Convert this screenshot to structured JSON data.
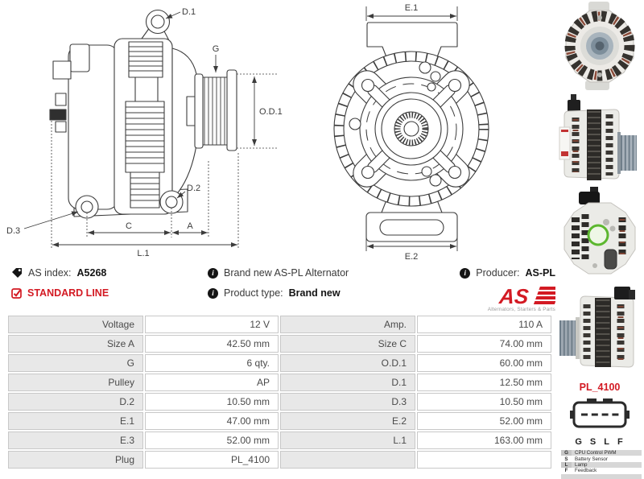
{
  "header": {
    "as_index_label": "AS index:",
    "as_index_value": "A5268",
    "standard_line_label": "STANDARD LINE",
    "brand_new_text": "Brand new AS-PL Alternator",
    "product_type_label": "Product type:",
    "product_type_value": "Brand new",
    "producer_label": "Producer:",
    "producer_value": "AS-PL",
    "logo_text": "AS",
    "logo_caption": "Alternators, Starters & Parts"
  },
  "icons": {
    "info_glyph": "i"
  },
  "diagram": {
    "side_view": {
      "d1": "D.1",
      "g": "G",
      "od1": "O.D.1",
      "d2": "D.2",
      "d3": "D.3",
      "c": "C",
      "a": "A",
      "l1": "L.1"
    },
    "front_view": {
      "e1": "E.1",
      "e2": "E.2"
    }
  },
  "specs": {
    "rows": [
      {
        "l1": "Voltage",
        "v1": "12 V",
        "l2": "Amp.",
        "v2": "110 A"
      },
      {
        "l1": "Size A",
        "v1": "42.50 mm",
        "l2": "Size C",
        "v2": "74.00 mm"
      },
      {
        "l1": "G",
        "v1": "6 qty.",
        "l2": "O.D.1",
        "v2": "60.00 mm"
      },
      {
        "l1": "Pulley",
        "v1": "AP",
        "l2": "D.1",
        "v2": "12.50 mm"
      },
      {
        "l1": "D.2",
        "v1": "10.50 mm",
        "l2": "D.3",
        "v2": "10.50 mm"
      },
      {
        "l1": "E.1",
        "v1": "47.00 mm",
        "l2": "E.2",
        "v2": "52.00 mm"
      },
      {
        "l1": "E.3",
        "v1": "52.00 mm",
        "l2": "L.1",
        "v2": "163.00 mm"
      },
      {
        "l1": "Plug",
        "v1": "PL_4100",
        "l2": "",
        "v2": ""
      }
    ]
  },
  "plug": {
    "name": "PL_4100",
    "pins": [
      "G",
      "S",
      "L",
      "F"
    ],
    "legend": [
      {
        "pin": "G",
        "desc": "CPU Control PWM"
      },
      {
        "pin": "S",
        "desc": "Battery Sensor"
      },
      {
        "pin": "L",
        "desc": "Lamp"
      },
      {
        "pin": "F",
        "desc": "Feedback"
      }
    ]
  },
  "colors": {
    "accent_red": "#d31a23",
    "table_label_bg": "#e8e8e8",
    "line": "#3c3c3c"
  }
}
